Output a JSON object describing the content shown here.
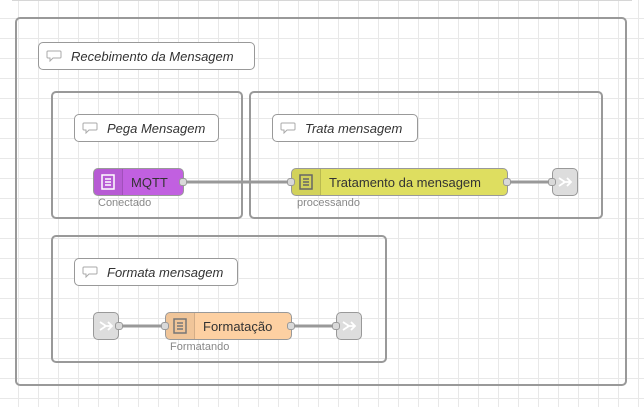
{
  "groups": {
    "outer": {
      "title": "Recebimento da Mensagem"
    },
    "pega": {
      "title": "Pega Mensagem"
    },
    "trata": {
      "title": "Trata mensagem"
    },
    "formata": {
      "title": "Formata mensagem"
    }
  },
  "nodes": {
    "mqtt": {
      "label": "MQTT",
      "status": "Conectado",
      "color": "#c160e0"
    },
    "tratamento": {
      "label": "Tratamento da mensagem",
      "status": "processando",
      "color": "#dede60"
    },
    "formatacao": {
      "label": "Formatação",
      "status": "Formatando",
      "color": "#fdd0a2"
    }
  },
  "icons": {
    "comment": "comment-bubble-icon",
    "function": "function-icon",
    "link": "link-arrow-icon"
  }
}
